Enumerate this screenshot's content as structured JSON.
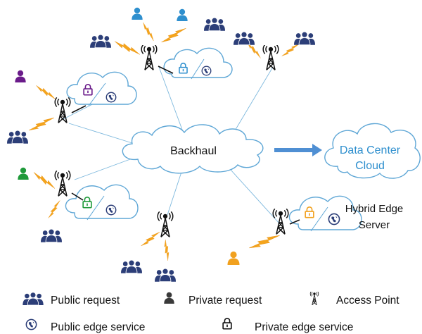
{
  "diagram": {
    "backhaul_label": "Backhaul",
    "datacenter_label_line1": "Data Center",
    "datacenter_label_line2": "Cloud",
    "hybrid_label_line1": "Hybrid Edge",
    "hybrid_label_line2": "Server"
  },
  "legend": {
    "public_request": "Public request",
    "private_request": "Private request",
    "access_point": "Access Point",
    "public_edge_service": "Public edge service",
    "private_edge_service": "Private edge service"
  },
  "colors": {
    "public_user": "#2c3e78",
    "private_user_blue": "#2e8fce",
    "private_user_purple": "#6a1b8a",
    "private_user_green": "#1f9a3a",
    "private_user_orange": "#f1a11f",
    "cloud_stroke": "#5fa7d6",
    "link": "#7db8dd",
    "wireless_bolt": "#f4a41c",
    "datacenter_text": "#2e8fce"
  }
}
